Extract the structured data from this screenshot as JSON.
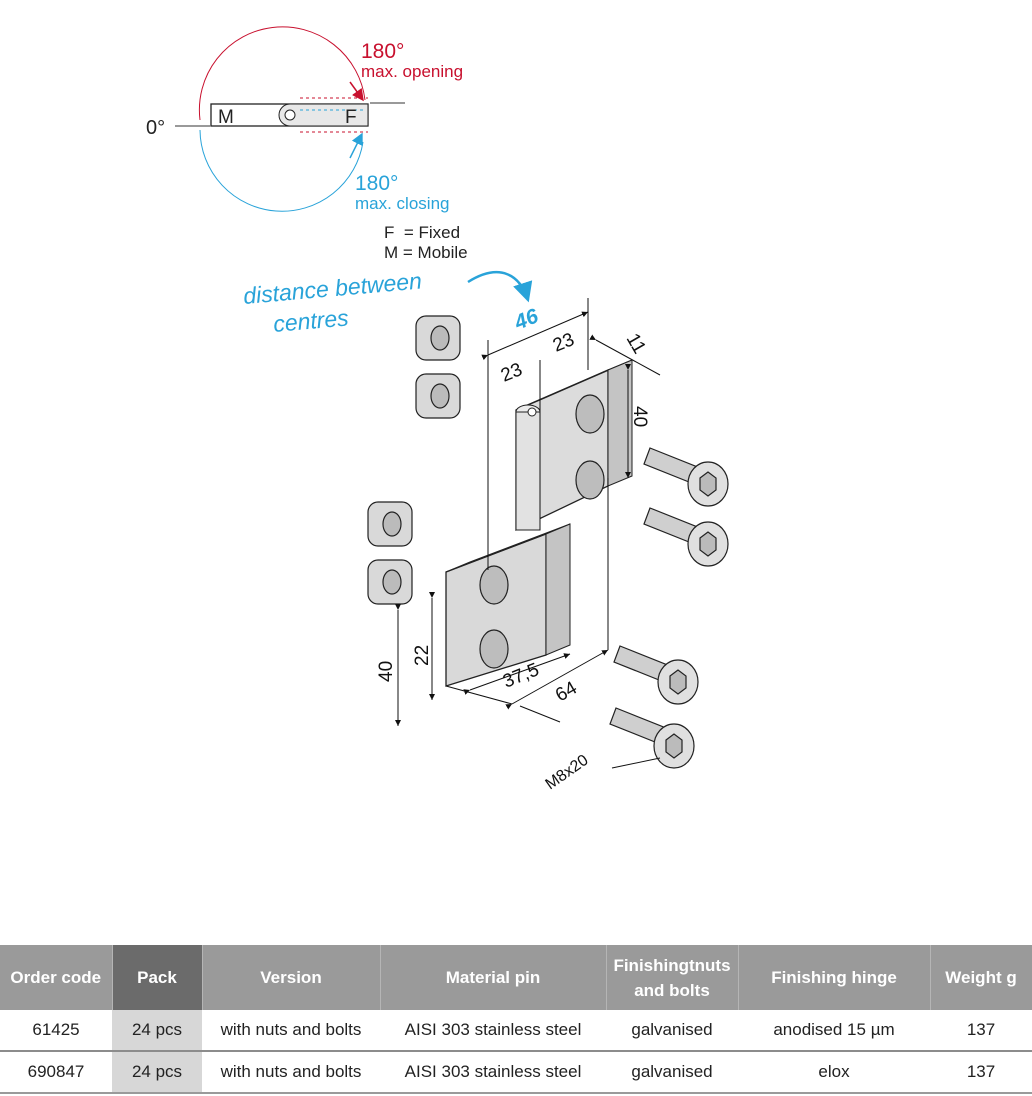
{
  "diagram": {
    "angle_zero": "0°",
    "opening_angle": "180°",
    "opening_label": "max. opening",
    "closing_angle": "180°",
    "closing_label": "max. closing",
    "leaf_m": "M",
    "leaf_f": "F",
    "legend_f": "F  = Fixed",
    "legend_m": "M = Mobile",
    "note_line1": "distance between",
    "note_line2": "centres",
    "dim_46": "46",
    "dim_23a": "23",
    "dim_23b": "23",
    "dim_11": "11",
    "dim_40_right": "40",
    "dim_40_left": "40",
    "dim_22": "22",
    "dim_37_5": "37,5",
    "dim_64": "64",
    "bolt_size": "M8x20",
    "colors": {
      "opening": "#c8102e",
      "closing": "#29a3d9",
      "part": "#d9d9d9"
    }
  },
  "table": {
    "headers": [
      "Order code",
      "Pack",
      "Version",
      "Material pin",
      "Finishingtnuts\nand bolts",
      "Finishing hinge",
      "Weight g"
    ],
    "rows": [
      [
        "61425",
        "24 pcs",
        "with nuts and bolts",
        "AISI 303 stainless steel",
        "galvanised",
        "anodised 15 µm",
        "137"
      ],
      [
        "690847",
        "24 pcs",
        "with nuts and bolts",
        "AISI 303 stainless steel",
        "galvanised",
        "elox",
        "137"
      ]
    ]
  }
}
